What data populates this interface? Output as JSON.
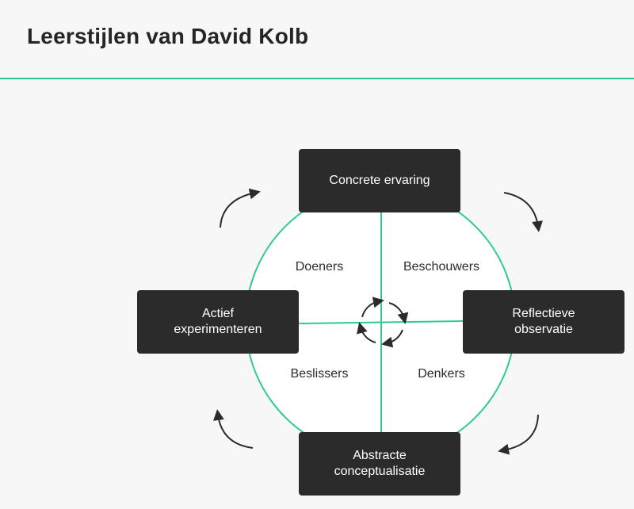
{
  "header": {
    "title": "Leerstijlen van David Kolb"
  },
  "diagram": {
    "stages": {
      "top": "Concrete ervaring",
      "right": "Reflectieve\nobservatie",
      "bottom": "Abstracte\nconceptualisatie",
      "left": "Actief\nexperimenteren"
    },
    "quadrants": {
      "top_left": "Doeners",
      "top_right": "Beschouwers",
      "bottom_left": "Beslissers",
      "bottom_right": "Denkers"
    },
    "colors": {
      "accent": "#2ecc8f",
      "box": "#2b2b2b",
      "arrow": "#2b2b2b",
      "background": "#f7f7f7"
    },
    "icons": {
      "outer_arrows": "curved-arrow-icon",
      "center": "cycle-arrows-icon"
    }
  }
}
